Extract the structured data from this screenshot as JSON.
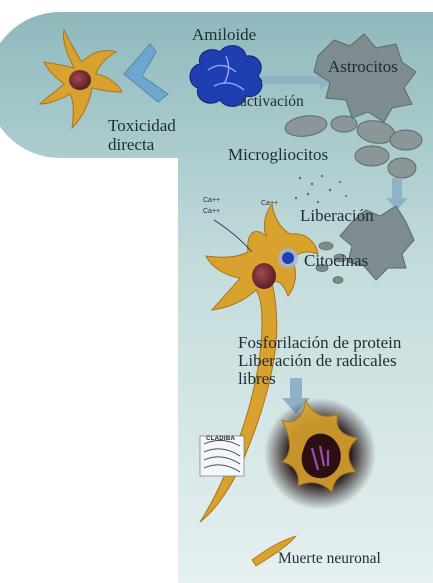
{
  "labels": {
    "amiloide": "Amiloide",
    "astrocitos": "Astrocitos",
    "activacion": "activación",
    "toxicidad_line1": "Toxicidad",
    "toxicidad_line2": "directa",
    "microgliocitos": "Microgliocitos",
    "liberacion": "Liberación",
    "citocinas": "Citocinas",
    "ca_1": "Ca++",
    "ca_2": "Ca++",
    "ca_3": "Ca++",
    "fosforilacion": "Fosforilación de protein",
    "liberacion_radicales": "Liberación de radicales",
    "libres": "libres",
    "muerte": "Muerte neuronal"
  },
  "logo": {
    "text": "CLADIBA"
  },
  "colors": {
    "panel_gradient_top": "#8fb9bd",
    "panel_gradient_bottom": "#dfecec",
    "neuron": "#d9a12e",
    "neuron_nucleus": "#7a2f35",
    "amyloid": "#1f3fb0",
    "glia": "#7d8c8f",
    "arrow": "#8fb2c6",
    "text": "#1f2d35"
  }
}
